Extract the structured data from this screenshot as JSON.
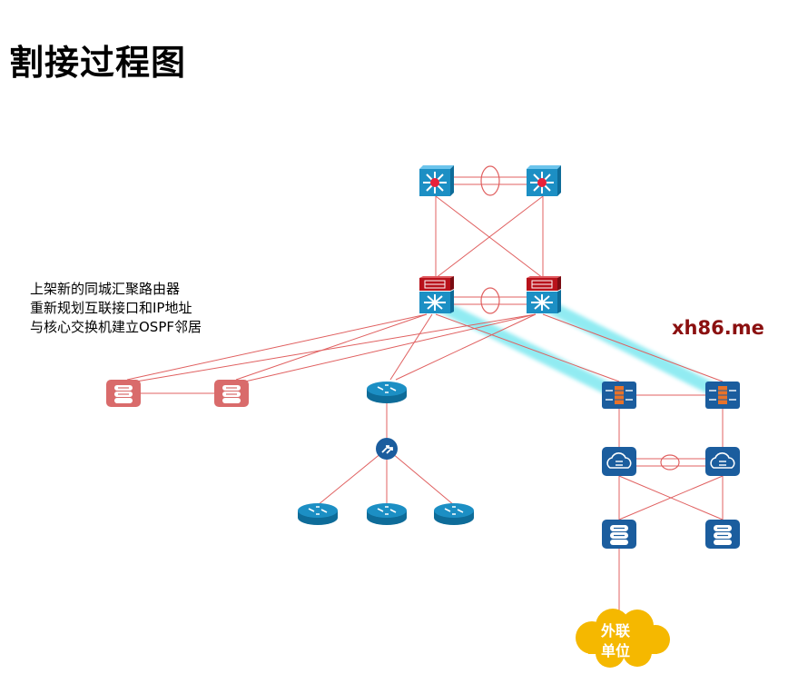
{
  "title": "割接过程图",
  "notes": [
    "上架新的同城汇聚路由器",
    "重新规划互联接口和IP地址",
    "与核心交换机建立OSPF邻居"
  ],
  "watermark": "xh86.me",
  "cloud_label": [
    "外联",
    "单位"
  ],
  "colors": {
    "link": "#e06060",
    "highlight": "#7ee8f0",
    "cisco_blue": "#1c8fc4",
    "dark_blue": "#1b5d9e",
    "router_red": "#d96b6b",
    "firewall_red": "#b8121b",
    "cloud": "#f5b800"
  },
  "icons": {
    "core_switch": "layer3-switch-icon",
    "new_router": "router-stack-red-icon",
    "aggregation_switch": "switch-firewall-stack-icon",
    "firewall": "firewall-icon",
    "wan_switch": "cloud-switch-icon",
    "router": "router-icon"
  }
}
